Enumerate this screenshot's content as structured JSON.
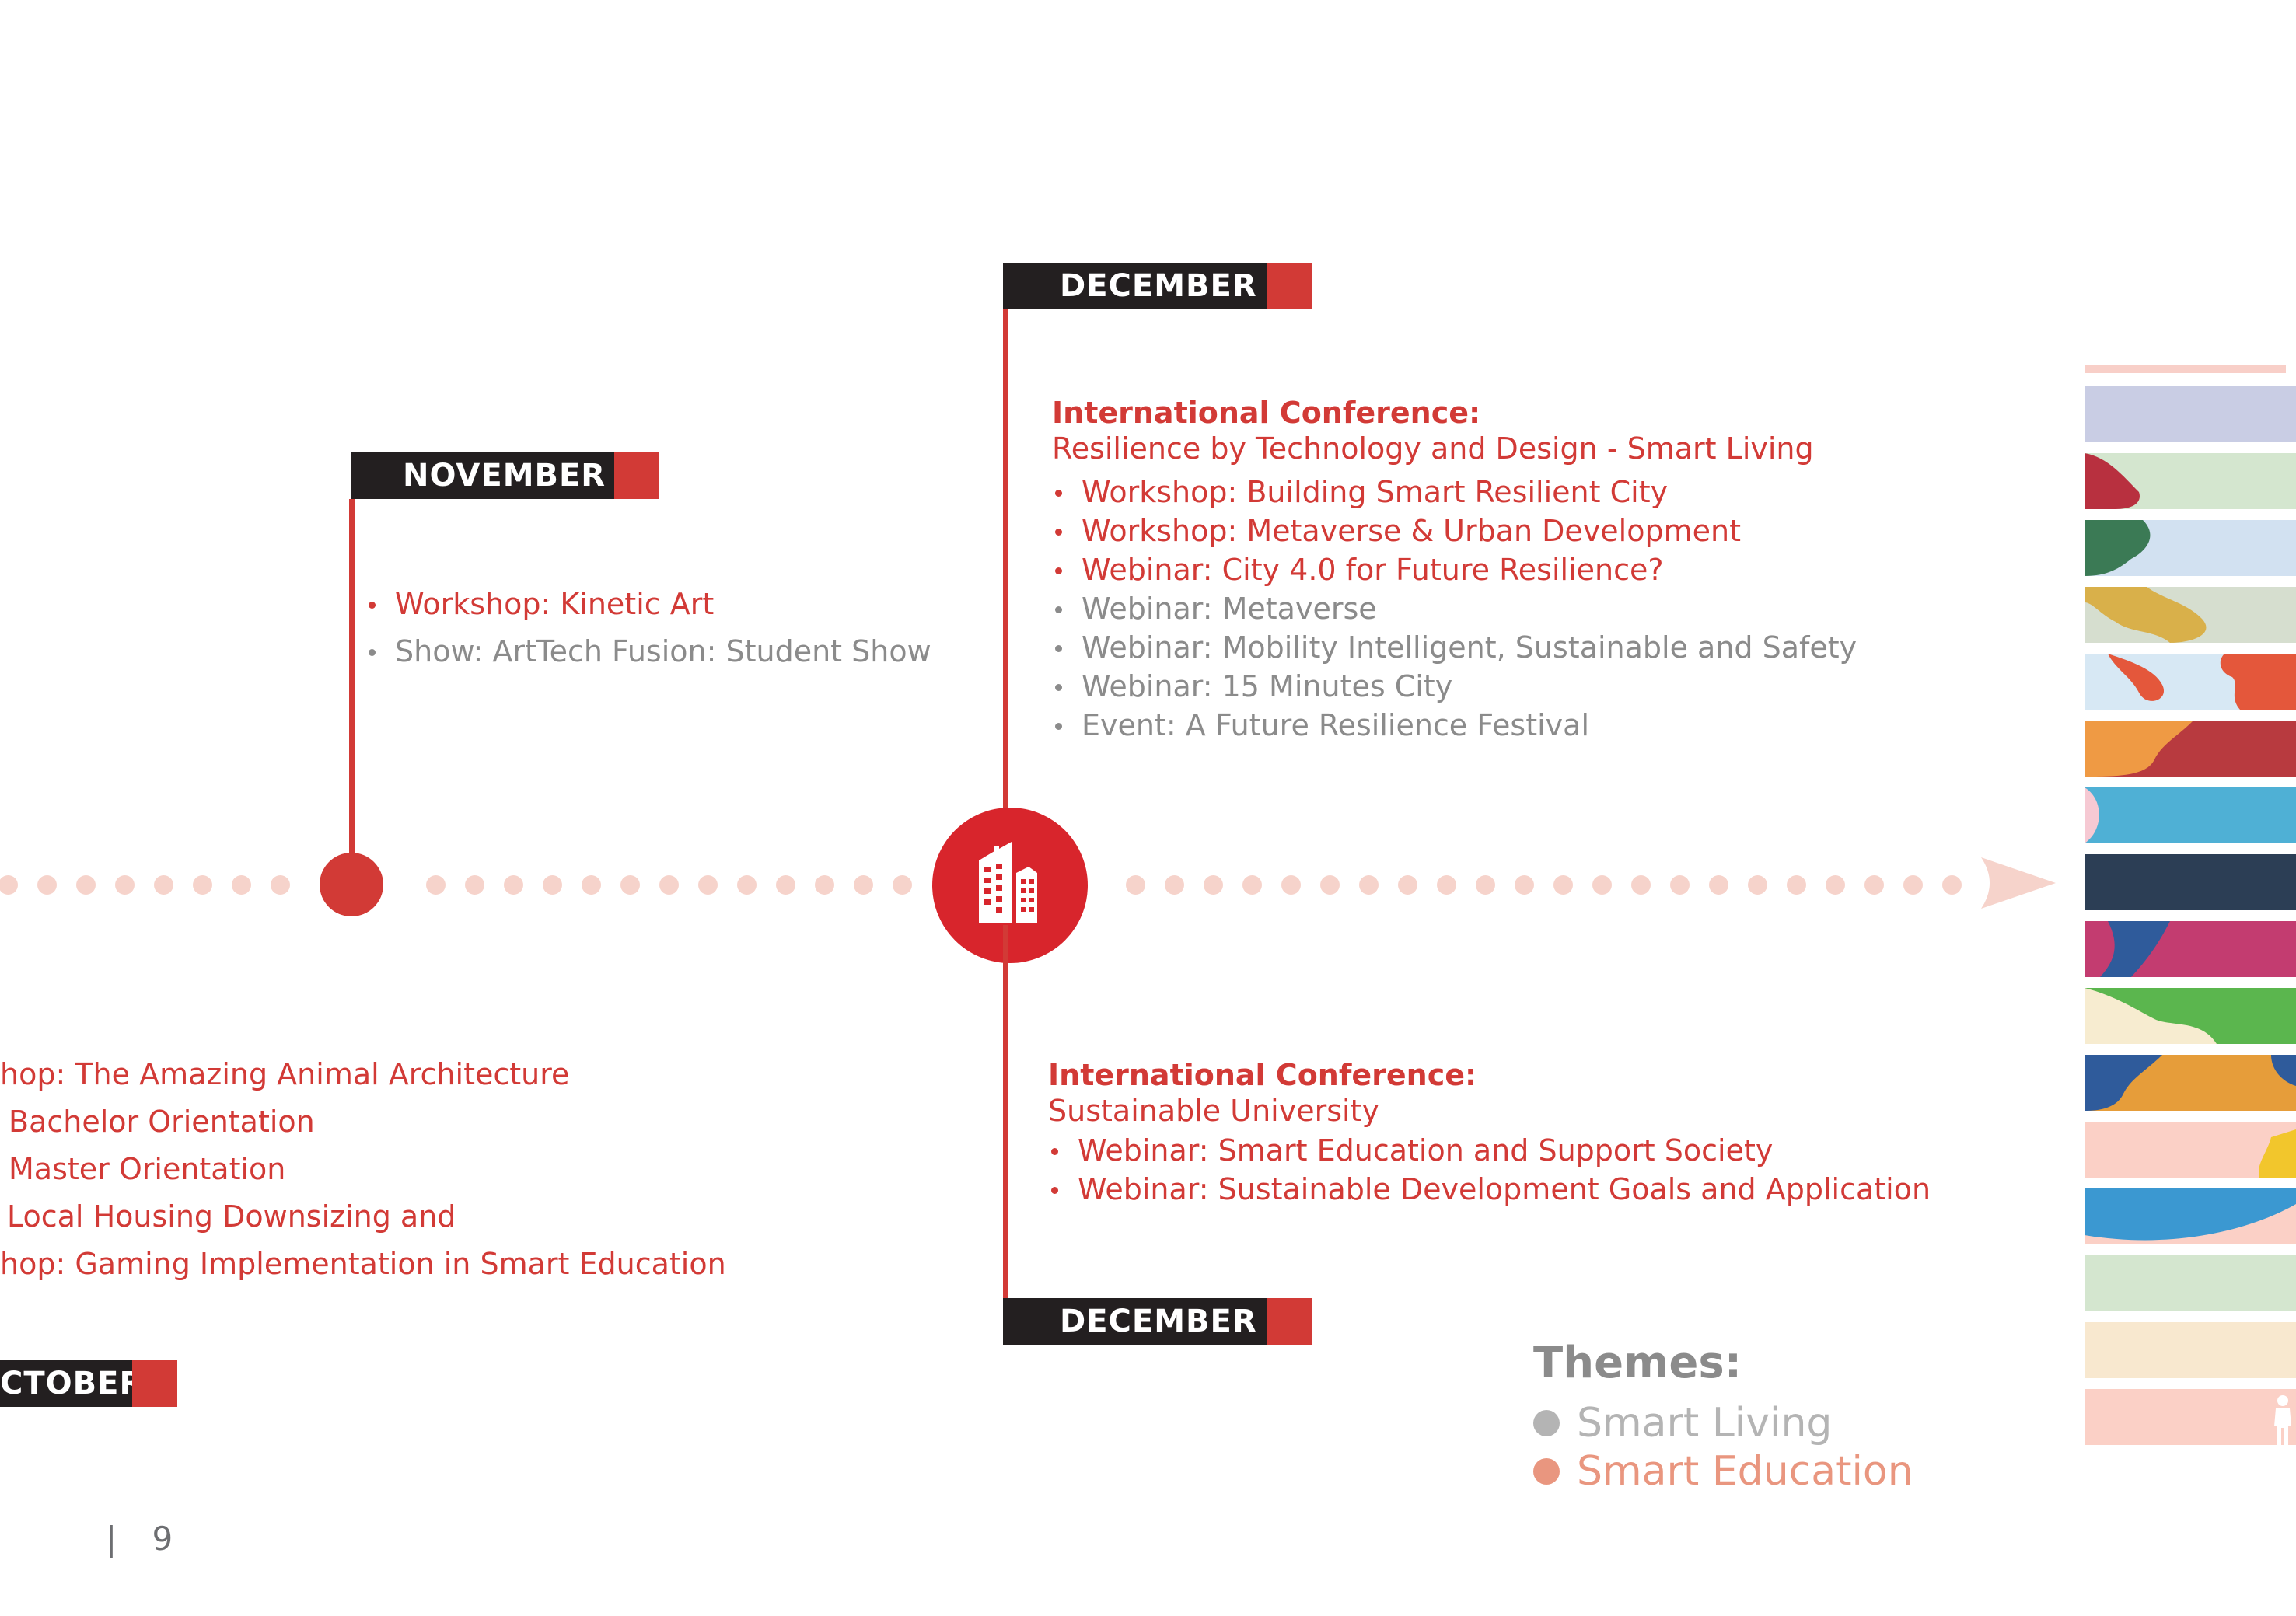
{
  "timeline": {
    "november": {
      "month": "NOVEMBER",
      "items": [
        {
          "text": "Workshop: Kinetic Art",
          "theme": "education"
        },
        {
          "text": "Show: ArtTech Fusion: Student Show",
          "theme": "living"
        }
      ]
    },
    "december_top": {
      "month": "DECEMBER",
      "conference_title": "International Conference:",
      "conference_subtitle": "Resilience by Technology and Design - Smart Living",
      "items": [
        {
          "text": "Workshop: Building Smart Resilient City",
          "theme": "education"
        },
        {
          "text": "Workshop: Metaverse & Urban Development",
          "theme": "education"
        },
        {
          "text": "Webinar: City 4.0 for Future Resilience?",
          "theme": "education"
        },
        {
          "text": "Webinar: Metaverse",
          "theme": "living"
        },
        {
          "text": "Webinar: Mobility Intelligent, Sustainable and Safety",
          "theme": "living"
        },
        {
          "text": "Webinar: 15 Minutes City",
          "theme": "living"
        },
        {
          "text": "Event: A Future Resilience Festival",
          "theme": "living"
        }
      ]
    },
    "october": {
      "month": "CTOBER",
      "items": [
        "hop: The Amazing Animal Architecture",
        "Bachelor Orientation",
        "Master Orientation",
        "Local Housing Downsizing and",
        "hop: Gaming Implementation in Smart Education"
      ]
    },
    "december_bottom": {
      "month": "DECEMBER",
      "conference_title": "International Conference:",
      "conference_subtitle": "Sustainable University",
      "items": [
        "Webinar: Smart Education and Support Society",
        "Webinar: Sustainable Development Goals and Application"
      ]
    }
  },
  "legend": {
    "title": "Themes:",
    "entries": [
      {
        "label": "Smart Living",
        "color": "#b4b4b4"
      },
      {
        "label": "Smart Education",
        "color": "#e9967f"
      }
    ]
  },
  "footer": {
    "separator": "|",
    "page_number": "9"
  },
  "colors": {
    "accent_red": "#d23a36",
    "dark_label": "#231f20",
    "timeline_dots": "#f6d3cb",
    "smart_living_text": "#8b8b8b"
  },
  "icons": {
    "hub_icon": "city-buildings-icon",
    "timeline_end": "arrow-right-icon"
  }
}
